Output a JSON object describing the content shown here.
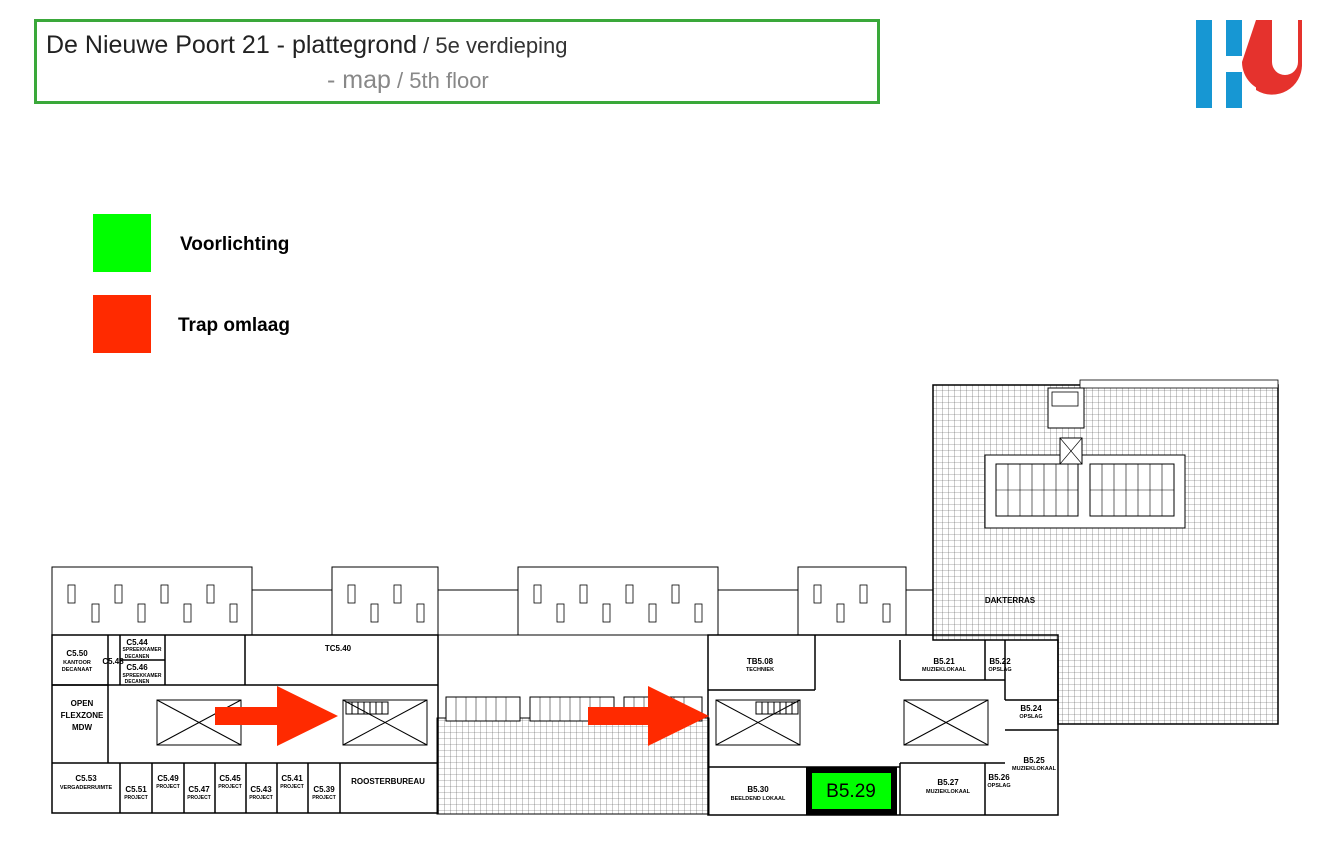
{
  "header": {
    "title_nl": "De Nieuwe Poort 21",
    "dash1": " - ",
    "title_nl_main": "plattegrond",
    "slash1": " / ",
    "floor_nl": "5e verdieping",
    "dash2": "- ",
    "title_en_main": "map",
    "slash2": " / ",
    "floor_en": "5th floor"
  },
  "logo": {
    "name": "HU",
    "colors": {
      "blue": "#1797d3",
      "red": "#e5322d"
    }
  },
  "legend": [
    {
      "label": "Voorlichting",
      "color": "#00ff00"
    },
    {
      "label": "Trap omlaag",
      "color": "#ff2a00"
    }
  ],
  "rooms": {
    "dakterras": "DAKTERRAS",
    "c550": "C5.50",
    "c550_sub1": "KANTOOR",
    "c550_sub2": "DECANAAT",
    "c548": "C5.48",
    "c544": "C5.44",
    "c544_sub1": "SPREEKKAMER",
    "c544_sub2": "DECANEN",
    "c546": "C5.46",
    "c546_sub1": "SPREEKKAMER",
    "c546_sub2": "DECANEN",
    "tc540": "TC5.40",
    "open1": "OPEN",
    "open2": "FLEXZONE",
    "open3": "MDW",
    "c553": "C5.53",
    "c553_sub": "VERGADERRUIMTE",
    "c551": "C5.51",
    "c549": "C5.49",
    "c547": "C5.47",
    "c545": "C5.45",
    "c543": "C5.43",
    "c541": "C5.41",
    "c539": "C5.39",
    "project": "PROJECT",
    "roosterbureau": "ROOSTERBUREAU",
    "tb508": "TB5.08",
    "tb508_sub": "TECHNIEK",
    "b521": "B5.21",
    "b521_sub": "MUZIEKLOKAAL",
    "b522": "B5.22",
    "opslag": "OPSLAG",
    "b524": "B5.24",
    "b525": "B5.25",
    "b525_sub": "MUZIEKLOKAAL",
    "b526": "B5.26",
    "b527": "B5.27",
    "b527_sub": "MUZIEKLOKAAL",
    "b530": "B5.30",
    "b530_sub": "BEELDEND LOKAAL",
    "b529": "B5.29"
  }
}
